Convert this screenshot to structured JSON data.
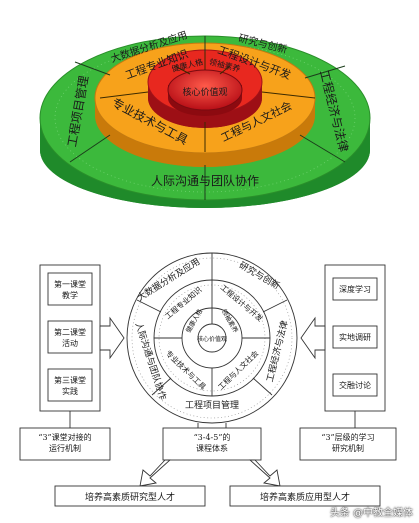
{
  "top_disc": {
    "core": "核心价值观",
    "inner": [
      "健康人格",
      "领袖素养"
    ],
    "middle": [
      "工程专业知识",
      "工程设计与开发",
      "专业技术与工具",
      "工程与人文社会"
    ],
    "outer": [
      "大数据分析及应用",
      "研究与创新",
      "工程项目管理",
      "工程经济与法律",
      "人际沟通与团队协作"
    ]
  },
  "model": {
    "core": "核心价值观",
    "inner": [
      "健康人格",
      "领袖素养"
    ],
    "middle": [
      "工程专业知识",
      "工程设计与开发",
      "专业技术与工具",
      "工程与人文社会"
    ],
    "outer": [
      "大数据分析及应用",
      "研究与创新",
      "人际沟通与团队协作",
      "工程经济与法律",
      "工程项目管理"
    ]
  },
  "left_panel": {
    "items": [
      "第一课堂\n教学",
      "第二课堂\n活动",
      "第三课堂\n实践"
    ],
    "label": "“3”课堂对接的\n运行机制"
  },
  "right_panel": {
    "items": [
      "深度学习",
      "实地调研",
      "交融讨论"
    ],
    "label": "“3”层级的学习\n研究机制"
  },
  "center_label": "“3-4-5”的\n课程体系",
  "outputs": [
    "培养高素质研究型人才",
    "培养高素质应用型人才"
  ],
  "watermark": "头条 @中教全媒体",
  "colors": {
    "outer_ring": "#3cb93c",
    "outer_ring_side": "#1f8a2a",
    "middle_ring": "#f7a21b",
    "middle_ring_side": "#c97a0a",
    "inner_ring": "#e8281f",
    "core": "#c8101a",
    "dot_fill": "#4caf50"
  }
}
